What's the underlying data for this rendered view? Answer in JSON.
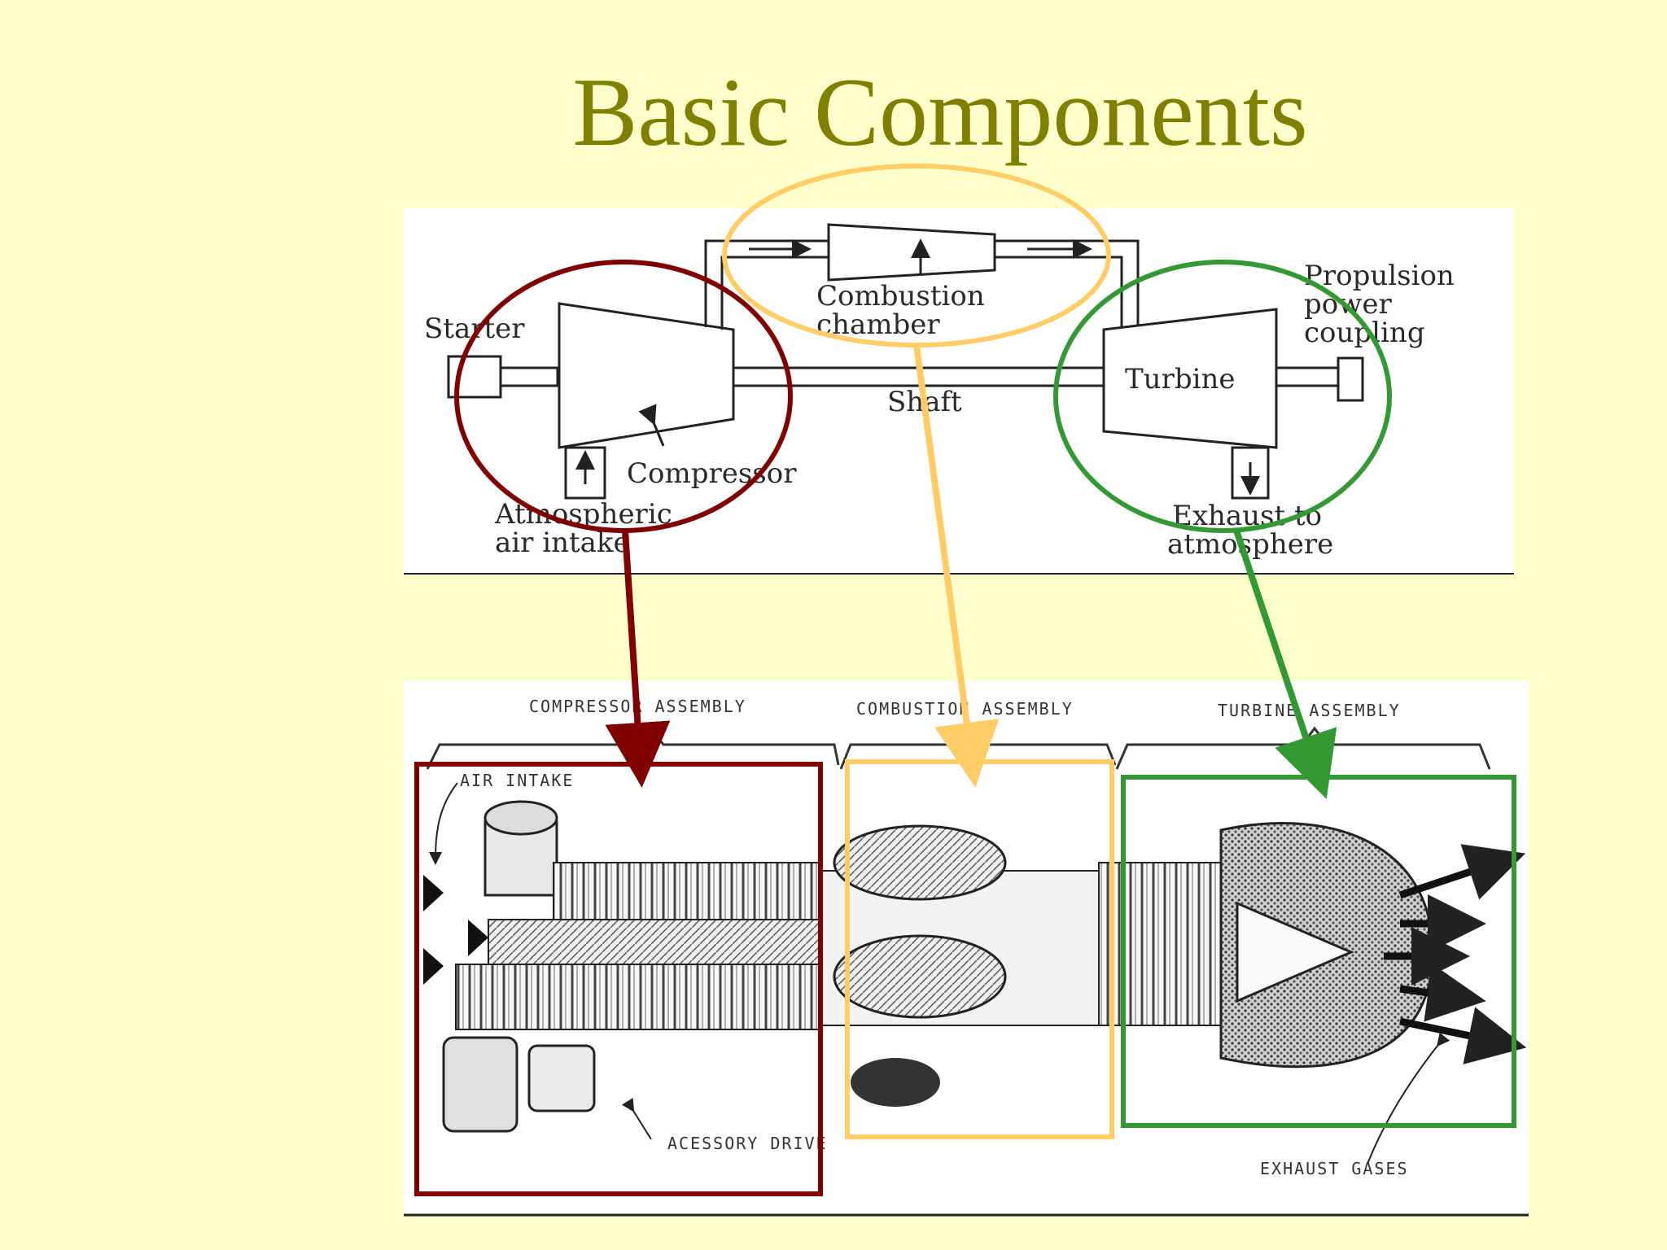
{
  "title": "Basic Components",
  "top_labels": {
    "combustion_chamber_1": "Combustion",
    "combustion_chamber_2": "chamber",
    "starter": "Starter",
    "shaft": "Shaft",
    "propulsion_1": "Propulsion",
    "propulsion_2": "power",
    "propulsion_3": "coupling",
    "turbine": "Turbine",
    "compressor": "Compressor",
    "atmospheric_1": "Atmospheric",
    "atmospheric_2": "air intake",
    "exhaust_1": "Exhaust to",
    "exhaust_2": "atmosphere"
  },
  "bottom_labels": {
    "compressor_assembly": "COMPRESSOR ASSEMBLY",
    "combustion_assembly": "COMBUSTION ASSEMBLY",
    "turbine_assembly": "TURBINE ASSEMBLY",
    "air_intake": "AIR INTAKE",
    "accessory_drive": "ACESSORY DRIVE",
    "exhaust_gases": "EXHAUST GASES"
  },
  "colors": {
    "background": "#ffffcc",
    "title": "#808000",
    "compressor_highlight": "#800000",
    "combustion_highlight": "#ffcc66",
    "turbine_highlight": "#339933"
  }
}
